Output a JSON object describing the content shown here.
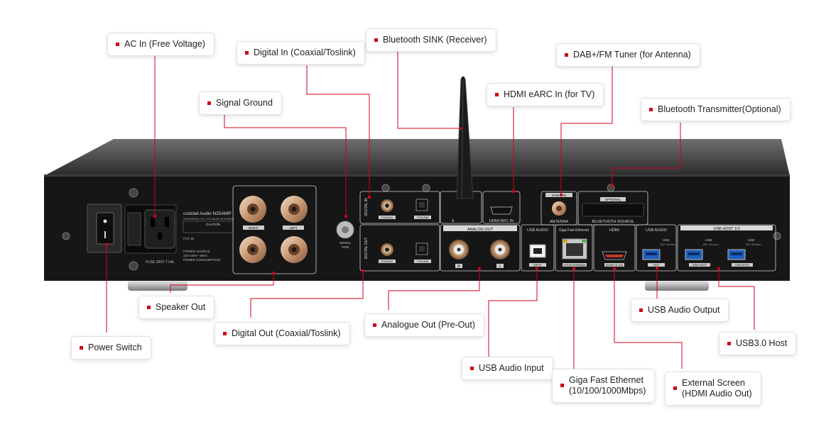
{
  "device": {
    "brand_text": "cocktail Audio N25AMP",
    "maker_text": "NOVATRON CO.,LTD MADE IN KOREA",
    "caution_text": "CAUTION",
    "fcc_text": "FCC ID",
    "power_source_text": "POWER SOURCE",
    "power_spec_text": "220-240V~ 60Hz",
    "power_consumption_text": "POWER CONSUMPTION",
    "fuse_text": "FUSE 250V T 5AL",
    "speaker_right": "RIGHT",
    "speaker_left": "LEFT",
    "signal_gnd_l1": "SIGNAL",
    "signal_gnd_l2": "GND",
    "digital_in": "DIGITAL IN",
    "digital_out": "DIGITAL OUT",
    "coaxial": "COAXIAL",
    "toslink": "TOSLINK",
    "analog_out": "ANALOG OUT",
    "hdmi_arc_in": "HDMI ARC IN",
    "arc_a": "A",
    "dab_fm": "DAB+/FM",
    "antenna": "ANTENNA",
    "bluetooth_source": "BLUETOOTH SOURCE",
    "optional": "OPTIONAL",
    "usb_audio": "USB AUDIO",
    "giga_fast_ethernet": "Giga Fast Ethernet",
    "hdmi": "HDMI",
    "usb_audio_2": "USB AUDIO",
    "usb_host_30": "USB HOST 3.0",
    "input": "INPUT",
    "eth_speed": "10/100/1000Mbps",
    "audio_gui": "AUDIO & GUI",
    "out": "OUT",
    "usb_host": "USB HOST",
    "usb_spec_1": "USB",
    "usb_spec_1b": "(5V⎓1A max.)",
    "l_mark": "L",
    "r_mark": "R"
  },
  "callouts": {
    "ac_in": "AC In (Free Voltage)",
    "digital_in": "Digital In (Coaxial/Toslink)",
    "bluetooth_sink": "Bluetooth SINK (Receiver)",
    "dab_fm": "DAB+/FM Tuner (for Antenna)",
    "hdmi_earc": "HDMI eARC In (for TV)",
    "signal_ground": "Signal Ground",
    "bt_transmitter": "Bluetooth  Transmitter(Optional)",
    "speaker_out": "Speaker Out",
    "digital_out": "Digital Out (Coaxial/Toslink)",
    "analogue_out": "Analogue Out (Pre-Out)",
    "power_switch": "Power Switch",
    "usb_audio_input": "USB Audio Input",
    "ethernet_l1": "Giga Fast Ethernet",
    "ethernet_l2": "(10/100/1000Mbps)",
    "external_l1": "External Screen",
    "external_l2": "(HDMI Audio Out)",
    "usb_audio_output": "USB Audio Output",
    "usb3_host": "USB3.0 Host"
  },
  "colors": {
    "accent": "#d0021b",
    "chassis": "#1a1a1a",
    "panel_line": "#cfcfcf"
  }
}
